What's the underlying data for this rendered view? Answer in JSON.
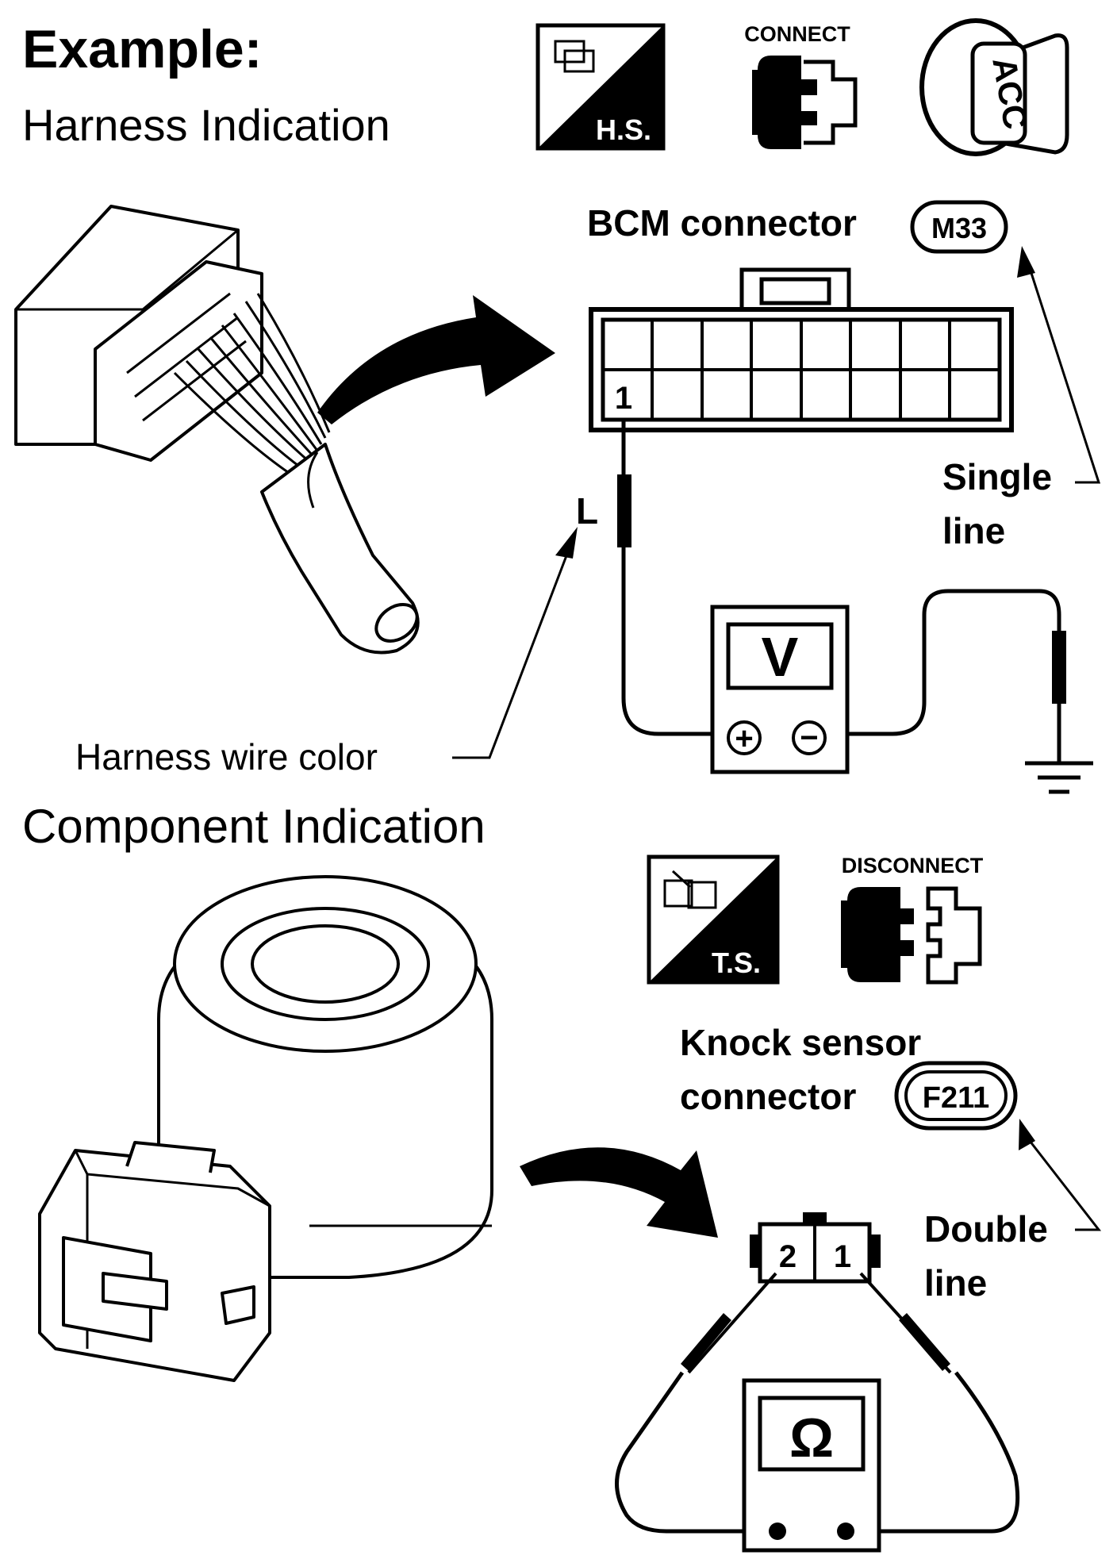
{
  "title": "Example:",
  "harness": {
    "heading": "Harness Indication",
    "icon_hs_label": "H.S.",
    "icon_connect_label": "CONNECT",
    "icon_key_label": "ACC",
    "connector_label": "BCM connector",
    "connector_code": "M33",
    "pin_label": "1",
    "wire_color": "L",
    "wire_color_caption": "Harness wire color",
    "meter_symbol": "V",
    "plus_symbol": "+",
    "minus_symbol": "−",
    "line_note_1": "Single",
    "line_note_2": "line"
  },
  "component": {
    "heading": "Component Indication",
    "icon_ts_label": "T.S.",
    "icon_disconnect_label": "DISCONNECT",
    "connector_label_1": "Knock sensor",
    "connector_label_2": "connector",
    "connector_code": "F211",
    "pin_2": "2",
    "pin_1": "1",
    "meter_symbol": "Ω",
    "line_note_1": "Double",
    "line_note_2": "line"
  },
  "icons": [
    "hs-icon",
    "connect-icon",
    "ignition-key-icon",
    "ts-icon",
    "disconnect-icon",
    "ground-icon"
  ]
}
